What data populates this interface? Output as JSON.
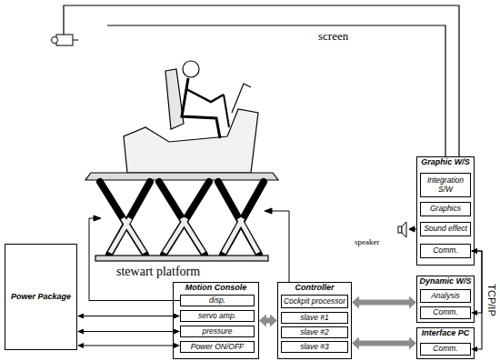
{
  "diagram": {
    "nodes": [
      {
        "text": [
          "Graphic W/S"
        ]
      },
      {
        "text": [
          "Integration S/W"
        ],
        "in": 0
      },
      {
        "text": [
          "Graphics"
        ],
        "in": 0
      },
      {
        "text": [
          "Sound effect"
        ],
        "in": 0
      },
      {
        "text": [
          "Comm."
        ],
        "in": 0
      },
      {
        "text": [
          "Power Package"
        ]
      },
      {
        "text": [
          "Motion Console"
        ]
      },
      {
        "text": [
          "disp."
        ],
        "in": 6
      },
      {
        "text": [
          "servo amp."
        ],
        "in": 6
      },
      {
        "text": [
          "pressure"
        ],
        "in": 6
      },
      {
        "text": [
          "Power ON/OFF"
        ],
        "in": 6
      },
      {
        "text": [
          "Controller"
        ]
      },
      {
        "text": [
          "Cockpit processor"
        ],
        "in": 11
      },
      {
        "text": [
          "slave #1"
        ],
        "in": 11
      },
      {
        "text": [
          "slave #2"
        ],
        "in": 11
      },
      {
        "text": [
          "slave #3"
        ],
        "in": 11
      },
      {
        "text": [
          "Dynamic W/S"
        ]
      },
      {
        "text": [
          "Analysis"
        ],
        "in": 16
      },
      {
        "text": [
          "Comm."
        ],
        "in": 16
      },
      {
        "text": [
          "Interface PC"
        ]
      },
      {
        "text": [
          "Comm."
        ],
        "in": 19
      }
    ],
    "edges": [
      {
        "from": 5,
        "to": 8,
        "arrow": "both"
      },
      {
        "from": 5,
        "to": 9,
        "arrow": "both"
      },
      {
        "from": 5,
        "to": 10,
        "arrow": "both"
      },
      {
        "from": 6,
        "to": 11,
        "arrow": "both"
      },
      {
        "from": 11,
        "to": 16,
        "arrow": "both"
      },
      {
        "from": 11,
        "to": 19,
        "arrow": "both"
      },
      {
        "from": 4,
        "to": 20,
        "arrow": "both"
      },
      {
        "from": 18,
        "to": 4,
        "arrow": "both"
      }
    ],
    "labels": [
      "screen",
      "stewart platform",
      "speaker",
      "TCP/IP"
    ]
  }
}
